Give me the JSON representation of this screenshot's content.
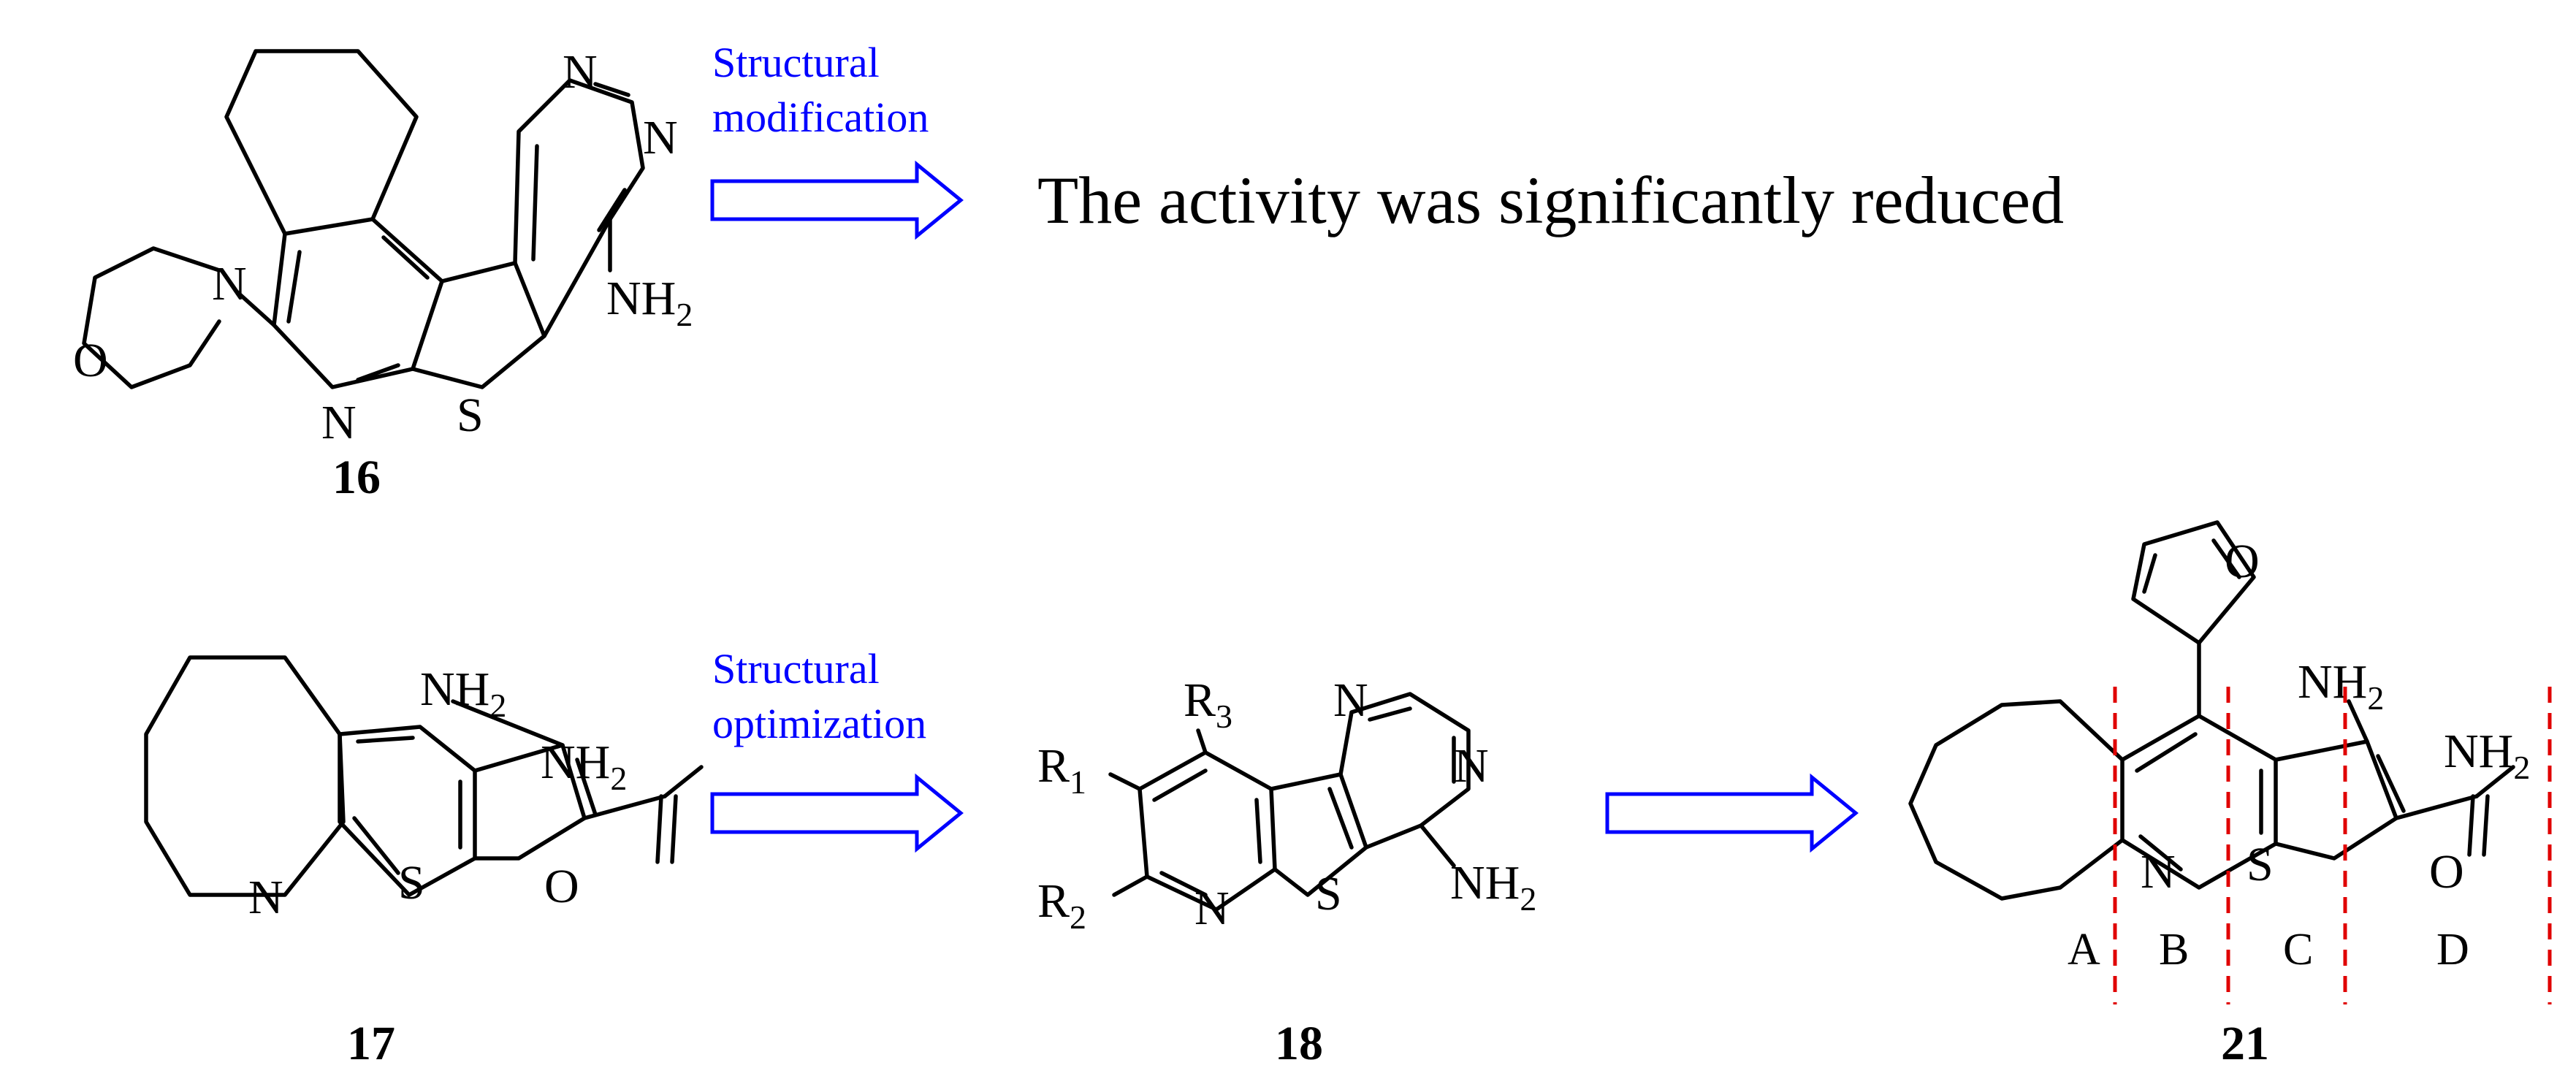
{
  "colors": {
    "arrow": "#0000ff",
    "divider": "#e00000",
    "structure": "#000000",
    "background": "#ffffff"
  },
  "arrows": {
    "top_label_line1": "Structural",
    "top_label_line2": "modification",
    "bottom_label_line1": "Structural",
    "bottom_label_line2": "optimization"
  },
  "result_text": "The activity was significantly reduced",
  "compounds": {
    "c16": {
      "label": "16",
      "atoms": {
        "N1": "N",
        "N2": "N",
        "N3": "N",
        "N4": "N",
        "S": "S",
        "O": "O",
        "NH": "NH",
        "sub": "2"
      }
    },
    "c17": {
      "label": "17",
      "atoms": {
        "N": "N",
        "S": "S",
        "O": "O",
        "NH_a": "NH",
        "sub_a": "2",
        "NH_b": "NH",
        "sub_b": "2"
      }
    },
    "c18": {
      "label": "18",
      "atoms": {
        "N1": "N",
        "N2": "N",
        "N3": "N",
        "S": "S",
        "R1": "R",
        "R1_sub": "1",
        "R2": "R",
        "R2_sub": "2",
        "R3": "R",
        "R3_sub": "3",
        "NH": "NH",
        "sub": "2"
      }
    },
    "c21": {
      "label": "21",
      "atoms": {
        "N": "N",
        "S": "S",
        "O_furan": "O",
        "O_amide": "O",
        "NH_a": "NH",
        "sub_a": "2",
        "NH_b": "NH",
        "sub_b": "2"
      },
      "ring_labels": [
        "A",
        "B",
        "C",
        "D"
      ]
    }
  }
}
